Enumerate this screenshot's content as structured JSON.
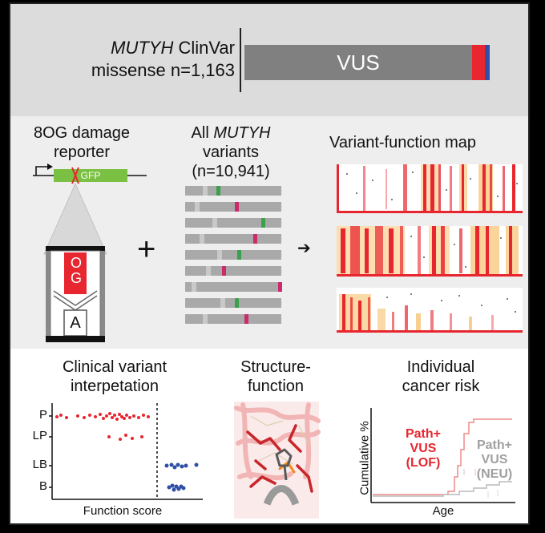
{
  "top": {
    "gene": "MUTYH",
    "title_rest": " ClinVar",
    "subtitle": "missense n=1,163",
    "bar_label": "VUS",
    "colors": {
      "vus": "#808080",
      "pathogenic": "#e8262f",
      "benign": "#2f4fa6"
    },
    "bar_fractions": {
      "vus": 0.9,
      "pathogenic": 0.055,
      "benign": 0.018
    }
  },
  "middle": {
    "reporter_title_1": "8OG damage",
    "reporter_title_2": "reporter",
    "gfp_label": "GFP",
    "og_label": "OG",
    "a_label": "A",
    "plus": "+",
    "variants_title_1": "All ",
    "variants_gene": "MUTYH",
    "variants_title_2": "variants",
    "variants_count": "(n=10,941)",
    "arrow": "➔",
    "map_title": "Variant-function map"
  },
  "bottom": {
    "clinical_title_1": "Clinical variant",
    "clinical_title_2": "interpetation",
    "categories": [
      "P",
      "LP",
      "LB",
      "B"
    ],
    "xlabel": "Function score",
    "structure_title_1": "Structure-",
    "structure_title_2": "function",
    "risk_title_1": "Individual",
    "risk_title_2": "cancer risk",
    "risk_ylabel": "Cumulative %",
    "risk_xlabel": "Age",
    "lof_1": "Path+",
    "lof_2": "VUS",
    "lof_3": "(LOF)",
    "neu_1": "Path+",
    "neu_2": "VUS",
    "neu_3": "(NEU)",
    "colors": {
      "lof": "#e8262f",
      "neu": "#a0a0a0"
    }
  }
}
